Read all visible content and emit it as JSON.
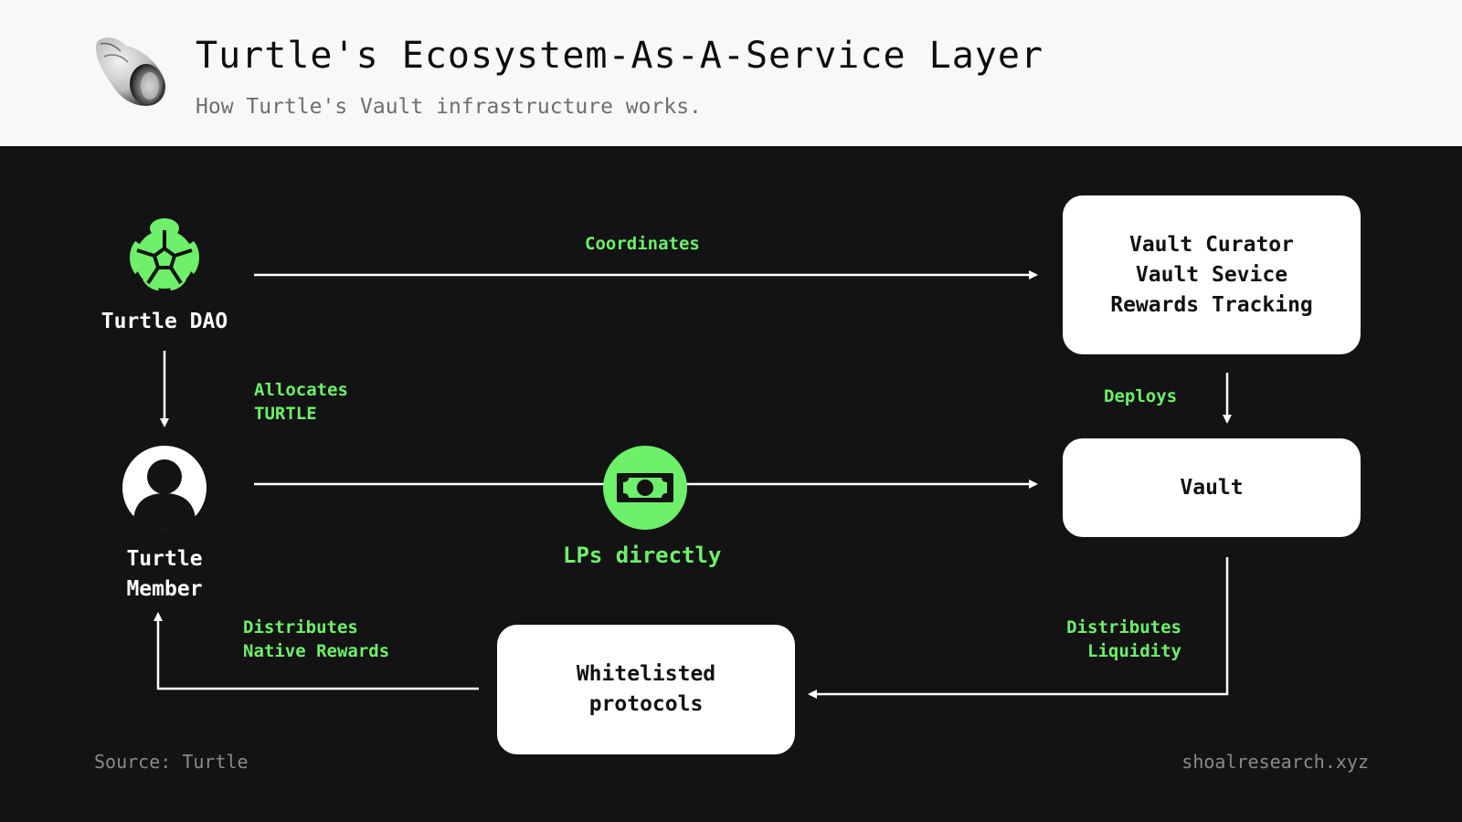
{
  "header": {
    "title": "Turtle's Ecosystem-As-A-Service Layer",
    "subtitle": "How Turtle's Vault infrastructure works.",
    "logo_icon": "seashell-icon"
  },
  "diagram": {
    "colors": {
      "background": "#131313",
      "accent_green": "#6ef06a",
      "box_fill": "#ffffff",
      "arrow": "#ffffff"
    },
    "nodes": {
      "turtle_dao": {
        "label": "Turtle DAO",
        "icon": "turtle-shell-icon"
      },
      "turtle_member": {
        "line1": "Turtle",
        "line2": "Member",
        "icon": "user-avatar-icon"
      },
      "lp_money": {
        "label": "LPs directly",
        "icon": "banknote-icon"
      },
      "curator_box": {
        "lines": [
          "Vault Curator",
          "Vault Sevice",
          "Rewards Tracking"
        ]
      },
      "vault_box": {
        "label": "Vault"
      },
      "whitelisted_box": {
        "line1": "Whitelisted",
        "line2": "protocols"
      }
    },
    "edges": {
      "coordinates": {
        "label": "Coordinates"
      },
      "allocates": {
        "line1": "Allocates",
        "line2": "TURTLE"
      },
      "deploys": {
        "label": "Deploys"
      },
      "distributes_liquidity": {
        "line1": "Distributes",
        "line2": "Liquidity"
      },
      "distributes_rewards": {
        "line1": "Distributes",
        "line2": "Native Rewards"
      }
    }
  },
  "footer": {
    "source": "Source: Turtle",
    "site": "shoalresearch.xyz"
  }
}
